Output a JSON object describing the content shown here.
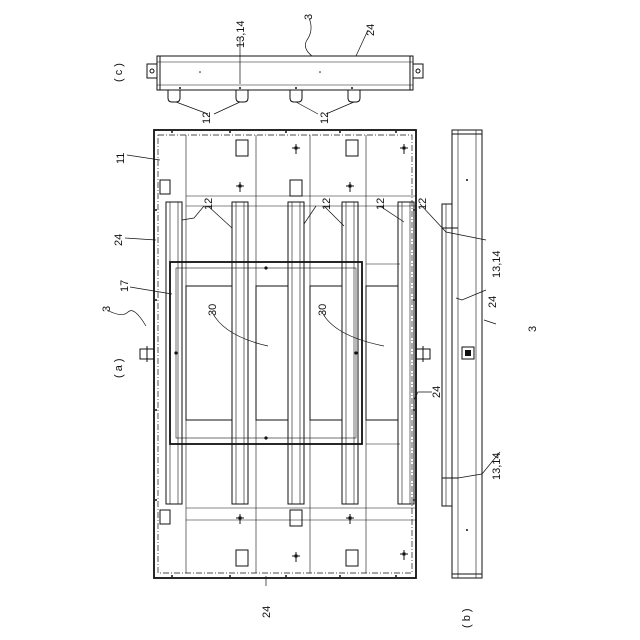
{
  "views": {
    "a": "( a )",
    "b": "( b )",
    "c": "( c )"
  },
  "labels": {
    "n3": "3",
    "n11": "11",
    "n12": "12",
    "n13_14": "13,14",
    "n17": "17",
    "n24": "24",
    "n30": "30"
  }
}
